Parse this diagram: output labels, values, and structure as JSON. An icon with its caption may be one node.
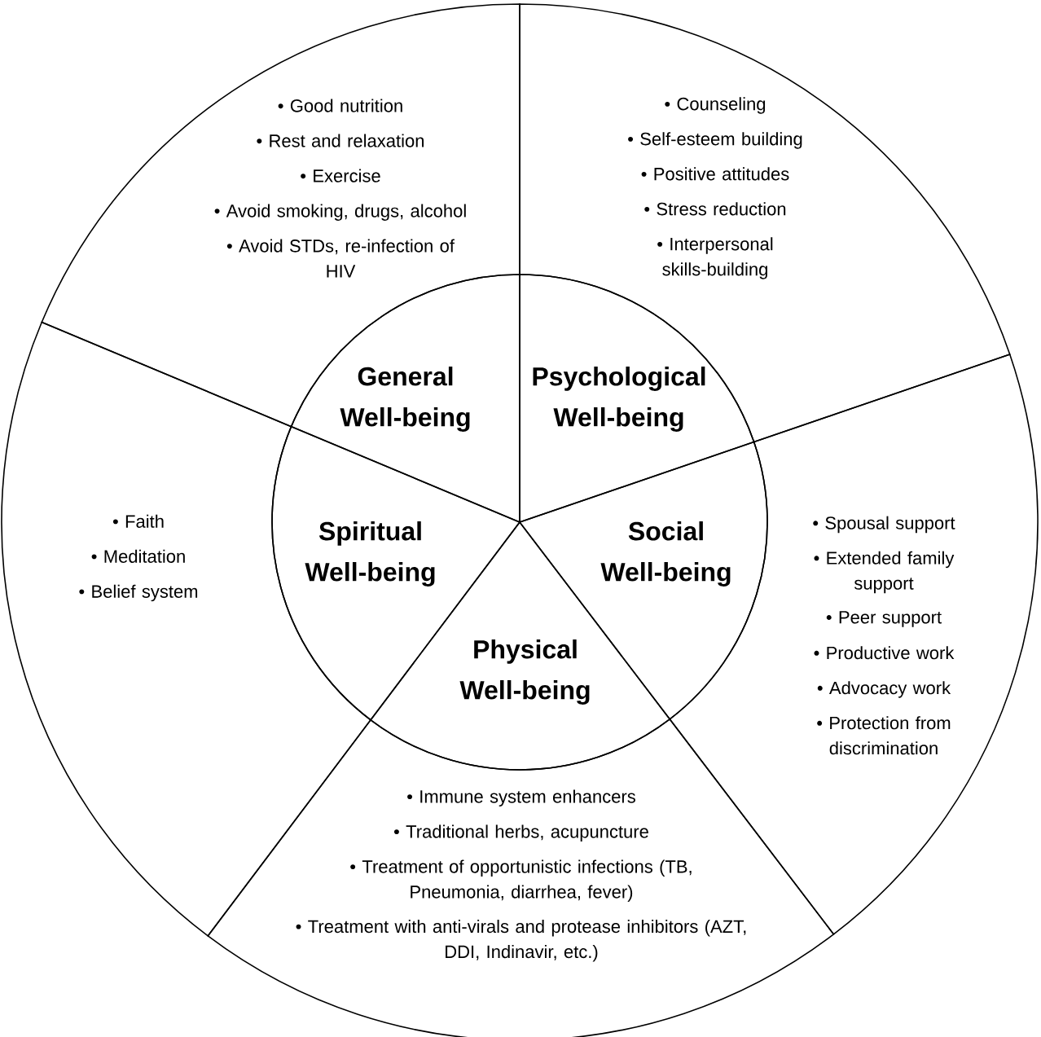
{
  "diagram": {
    "nodes": [
      {
        "text": [
          "• Good nutrition",
          "• Rest and relaxation",
          "• Exercise",
          "• Avoid smoking, drugs, alcohol",
          "• Avoid STDs, re-infection of HIV"
        ]
      },
      {
        "text": [
          "• Counseling",
          "• Self-esteem building",
          "• Positive attitudes",
          "• Stress reduction",
          "• Interpersonal skills-building"
        ]
      },
      {
        "text": [
          "General Well-being"
        ]
      },
      {
        "text": [
          "Psychological Well-being"
        ]
      },
      {
        "text": [
          "• Faith",
          "• Meditation",
          "• Belief system"
        ]
      },
      {
        "text": [
          "Spiritual Well-being"
        ]
      },
      {
        "text": [
          "Social Well-being"
        ]
      },
      {
        "text": [
          "• Spousal support",
          "• Extended family support",
          "• Peer support",
          "• Productive work",
          "• Advocacy work",
          "• Protection from discrimination"
        ]
      },
      {
        "text": [
          "Physical Well-being"
        ]
      },
      {
        "text": [
          "• Immune system enhancers",
          "• Traditional herbs, acupuncture",
          "• Treatment of opportunistic infections (TB, Pneumonia, diarrhea, fever)",
          "• Treatment with anti-virals and protease inhibitors (AZT, DDI, Indinavir, etc.)"
        ]
      }
    ]
  }
}
